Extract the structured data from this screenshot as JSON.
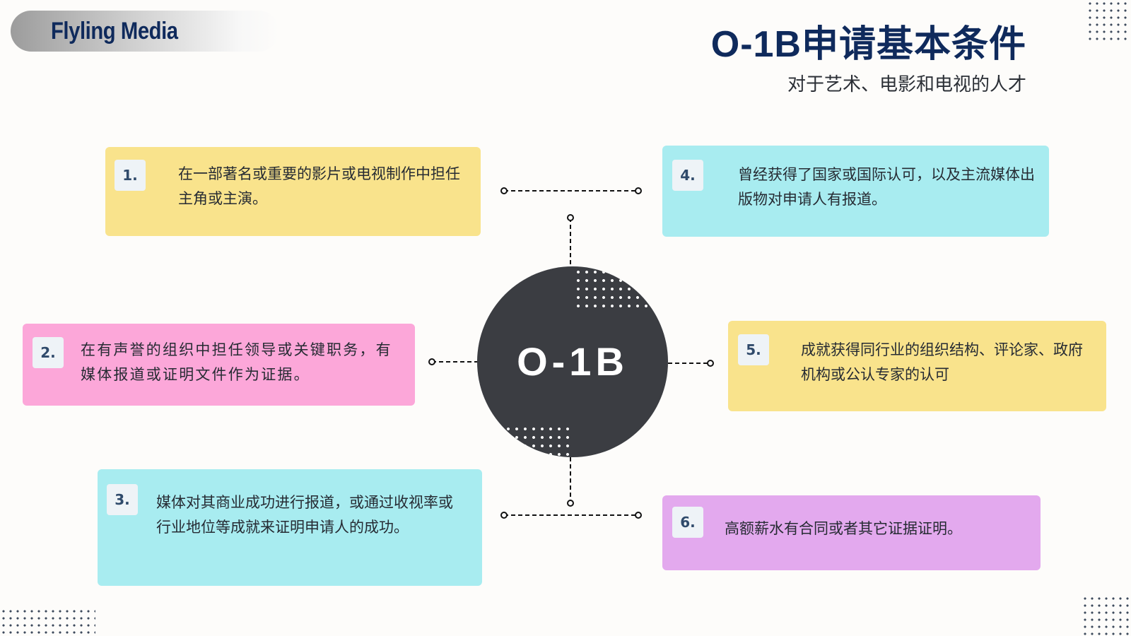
{
  "brand": {
    "name": "Flyling Media"
  },
  "header": {
    "title": "O-1B申请基本条件",
    "subtitle": "对于艺术、电影和电视的人才"
  },
  "hub": {
    "label": "O-1B"
  },
  "cards": [
    {
      "number": "1.",
      "text": "在一部著名或重要的影片或电视制作中担任主角或主演。"
    },
    {
      "number": "2.",
      "text": "在有声誉的组织中担任领导或关键职务，有媒体报道或证明文件作为证据。"
    },
    {
      "number": "3.",
      "text": "媒体对其商业成功进行报道，或通过收视率或行业地位等成就来证明申请人的成功。"
    },
    {
      "number": "4.",
      "text": "曾经获得了国家或国际认可，以及主流媒体出版物对申请人有报道。"
    },
    {
      "number": "5.",
      "text": "成就获得同行业的组织结构、评论家、政府机构或公认专家的认可"
    },
    {
      "number": "6.",
      "text": "高额薪水有合同或者其它证据证明。"
    }
  ],
  "colors": {
    "title": "#0f2a5c",
    "hub": "#3b3d42",
    "yellow": "#f9e38c",
    "cyan": "#a8ecf0",
    "pink": "#fca7d9",
    "purple": "#e3a9ee",
    "number_badge": "#eef3f7"
  }
}
